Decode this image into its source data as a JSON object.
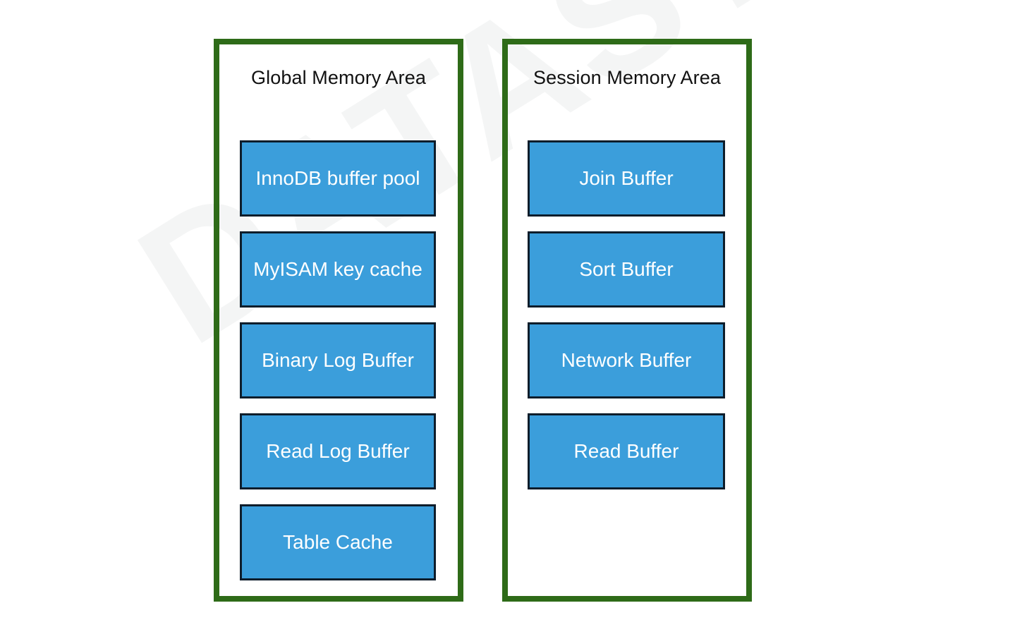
{
  "diagram": {
    "title_hidden": "MySQL Memory Architecture",
    "watermark": "DATASTUDY",
    "colors": {
      "panel_border": "#2e6b18",
      "block_fill": "#3b9edb",
      "block_border": "#0e1d2b",
      "block_text": "#ffffff",
      "panel_title_text": "#111111",
      "background": "#ffffff"
    },
    "panels": [
      {
        "id": "global-memory-area",
        "title": "Global Memory Area",
        "blocks": [
          {
            "label": "InnoDB buffer pool"
          },
          {
            "label": "MyISAM key cache"
          },
          {
            "label": "Binary Log Buffer"
          },
          {
            "label": "Read Log Buffer"
          },
          {
            "label": "Table Cache"
          }
        ]
      },
      {
        "id": "session-memory-area",
        "title": "Session Memory Area",
        "blocks": [
          {
            "label": "Join Buffer"
          },
          {
            "label": "Sort Buffer"
          },
          {
            "label": "Network Buffer"
          },
          {
            "label": "Read Buffer"
          }
        ]
      }
    ]
  }
}
